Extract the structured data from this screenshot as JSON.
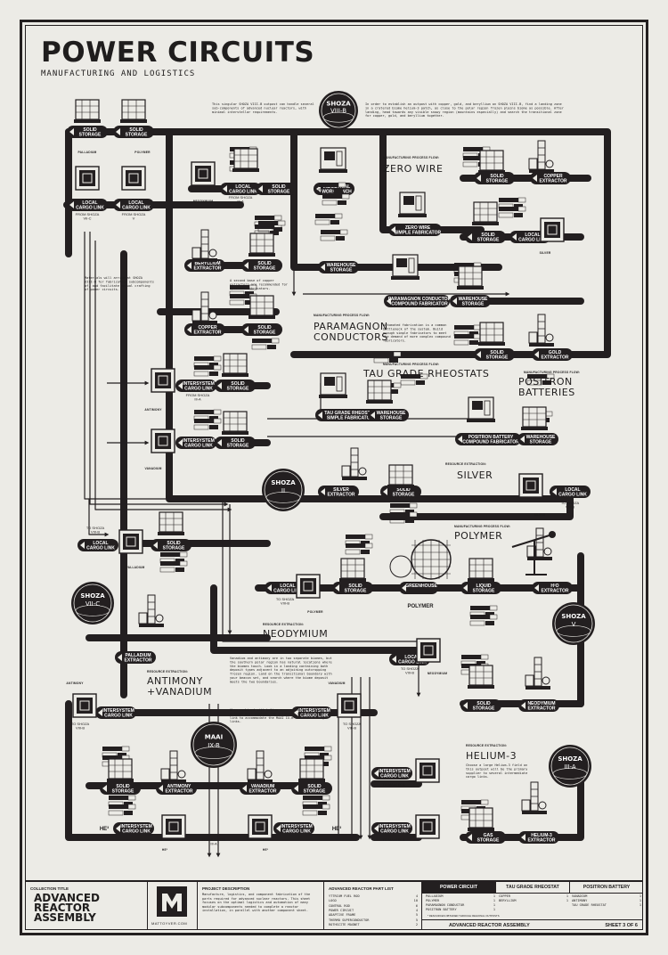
{
  "title": "POWER CIRCUITS",
  "subtitle": "MANUFACTURING AND LOGISTICS",
  "sections": {
    "zero_wire": "ZERO WIRE",
    "paramagnon_1": "PARAMAGNON",
    "paramagnon_2": "CONDUCTORS",
    "tau": "TAU GRADE RHEOSTATS",
    "positron_1": "POSITRON",
    "positron_2": "BATTERIES",
    "silver": "SILVER",
    "polymer": "POLYMER",
    "neodymium": "NEODYMIUM",
    "antimony_1": "ANTIMONY",
    "antimony_2": "+VANADIUM",
    "helium": "HELIUM-3",
    "proc_flow": "MANUFACTURING PROCESS FLOW:",
    "res_extraction": "RESOURCE EXTRACTION:"
  },
  "shoza": [
    {
      "name": "SHOZA",
      "num": "VIII-B"
    },
    {
      "name": "SHOZA",
      "num": "II"
    },
    {
      "name": "SHOZA",
      "num": "VII-C"
    },
    {
      "name": "SHOZA",
      "num": "V"
    },
    {
      "name": "SHOZA",
      "num": "III-A"
    },
    {
      "name": "MAAI",
      "num": "IX-B"
    }
  ],
  "labels": {
    "solid_storage": "SOLID\nSTORAGE",
    "local_cargo": "LOCAL\nCARGO LINK",
    "intersystem": "INTERSYSTEM\nCARGO LINK",
    "beryllium": "BERYLLIUM\nEXTRACTOR",
    "copper": "COPPER\nEXTRACTOR",
    "gold": "GOLD\nEXTRACTOR",
    "silver_ex": "SILVER\nEXTRACTOR",
    "palladium_ex": "PALLADIUM\nEXTRACTOR",
    "neodymium_ex": "NEODYMIUM\nEXTRACTOR",
    "antimony_ex": "ANTIMONY\nEXTRACTOR",
    "vanadium_ex": "VANADIUM\nEXTRACTOR",
    "helium_ex": "HELIUM-3\nEXTRACTOR",
    "h2o_ex": "H²O\nEXTRACTOR",
    "industrial": "INDUSTRIAL\nWORKBENCH",
    "zero_fab": "ZERO WIRE\nSIMPLE FABRICATOR",
    "param_fab": "PARAMAGNON CONDUCTOR\nCOMPOUND FABRICATOR",
    "tau_fab": "TAU GRADE RHEOSTAT\nSIMPLE FABRICATOR",
    "pos_fab": "POSITRON BATTERY\nCOMPOUND FABRICATOR",
    "warehouse": "WAREHOUSE\nSTORAGE",
    "greenhouse": "GREENHOUSE",
    "liquid": "LIQUID\nSTORAGE",
    "gas": "GAS\nSTORAGE",
    "polymer_brand": "POLYMER"
  },
  "materials": {
    "palladium": "PALLADIUM",
    "polymer": "POLYMER",
    "neodymium": "NEODYMIUM",
    "antimony": "ANTIMONY",
    "vanadium": "VANADIUM",
    "silver": "SILVER",
    "he3": "HE³"
  },
  "from_tags": {
    "shoza_vii": "FROM SHOZA\nVII-C",
    "shoza_v": "FROM SHOZA\nV",
    "shoza_iii": "FROM SHOZA\nIII-A",
    "maai": "FROM SHOZA\nIII-A",
    "to_shoza_viii": "TO SHOZA\nVIII-B",
    "to_maai": "TO MAAI IX-B"
  },
  "notes": {
    "top_left": "This singular SHOZA VIII-B outpost can handle several sub-components of advanced nuclear reactors, with minimal interstellar requirements.",
    "top_right": "In order to establish an outpost with copper, gold, and beryllium on SHOZA VIII-B, find a landing zone in a cratered biome helium-3 patch, as close to the polar region frozen plains biome as possible. After landing, head towards any visible snowy region (mountains especially) and search the transitional zone for copper, gold, and beryllium together.",
    "materials_note": "Materials will arrive at SHOZA VIII-B for fabrication subcomponents of, and facilitate manual crafting of power circuits.",
    "second_copper": "A second base of copper extractors are recommended for upstream fabricators.",
    "paramagnon_note": "Automated fabrication is a common bottleneck of the system. Build enough simple fabricators to meet the demand of more complex compound fabricators.",
    "antimony_note": "Vanadium and antimony are in two separate biomes, but the southern polar region has natural locations where the biomes touch. Look in a landing containing both deposit types adjacent to an adjoining outcropping frozen region. Land on the transitional boundary with your beacon set, and search where the biome deposit meets the two boundaries.",
    "antimony_note2": "When combined with helium superconductors, this outpost must combine the shipments into one cargo link to accommodate the MAAI IX-B lines of 8 cargo links.",
    "helium_note": "Choose a large Helium-3 field on this outpost will be the primary supplier to several intermediate cargo links."
  },
  "footer": {
    "collection_label": "COLLECTION TITLE",
    "collection_title": "ADVANCED\nREACTOR\nASSEMBLY",
    "logo_url": "MATTOYVER.COM",
    "project_label": "PROJECT DESCRIPTION",
    "project_text": "Manufacture, logistics, and component fabrication of the parts required for advanced nuclear reactors. This sheet focuses on the optimal logistics and automation of many modular subcomponents needed to complete a reactor installation, in parallel with another component sheet.",
    "parts_label": "ADVANCED REACTOR PART LIST",
    "parts": [
      {
        "name": "YTTRIUM FUEL ROD",
        "qty": "4"
      },
      {
        "name": "LOGO",
        "qty": "10"
      },
      {
        "name": "CONTROL ROD",
        "qty": "6"
      },
      {
        "name": "POWER CIRCUIT",
        "qty": "4"
      },
      {
        "name": "ADAPTIVE FRAME",
        "qty": "5"
      },
      {
        "name": "THERMO SUPERCONDUCTOR",
        "qty": "5"
      },
      {
        "name": "ROTHSCITE MAGNET",
        "qty": "2"
      }
    ],
    "tabs": [
      "POWER CIRCUIT",
      "TAU GRADE RHEOSTAT",
      "POSITRON BATTERY"
    ],
    "tab_col1": [
      {
        "name": "PALLADIUM",
        "qty": "1"
      },
      {
        "name": "POLYMER",
        "qty": "1"
      },
      {
        "name": "PARAMAGNON CONDUCTOR",
        "qty": "1"
      },
      {
        "name": "POSITRON BATTERY",
        "qty": "1"
      }
    ],
    "tab_col2": [
      {
        "name": "COPPER",
        "qty": "1"
      },
      {
        "name": "BERYLLIUM",
        "qty": "1"
      }
    ],
    "tab_col3": [
      {
        "name": "VANADIUM",
        "qty": "1"
      },
      {
        "name": "ANTIMONY",
        "qty": "1"
      },
      {
        "name": "TAU GRADE RHEOSTAT",
        "qty": "1"
      }
    ],
    "fine_print": "* RESOURCES OBTAINED THROUGH REGIONAL OUTPOSTS",
    "bottom_title": "ADVANCED REACTOR ASSEMBLY",
    "sheet": "SHEET 3 OF 6"
  },
  "colors": {
    "ink": "#231f20",
    "paper": "#ecebe6"
  }
}
